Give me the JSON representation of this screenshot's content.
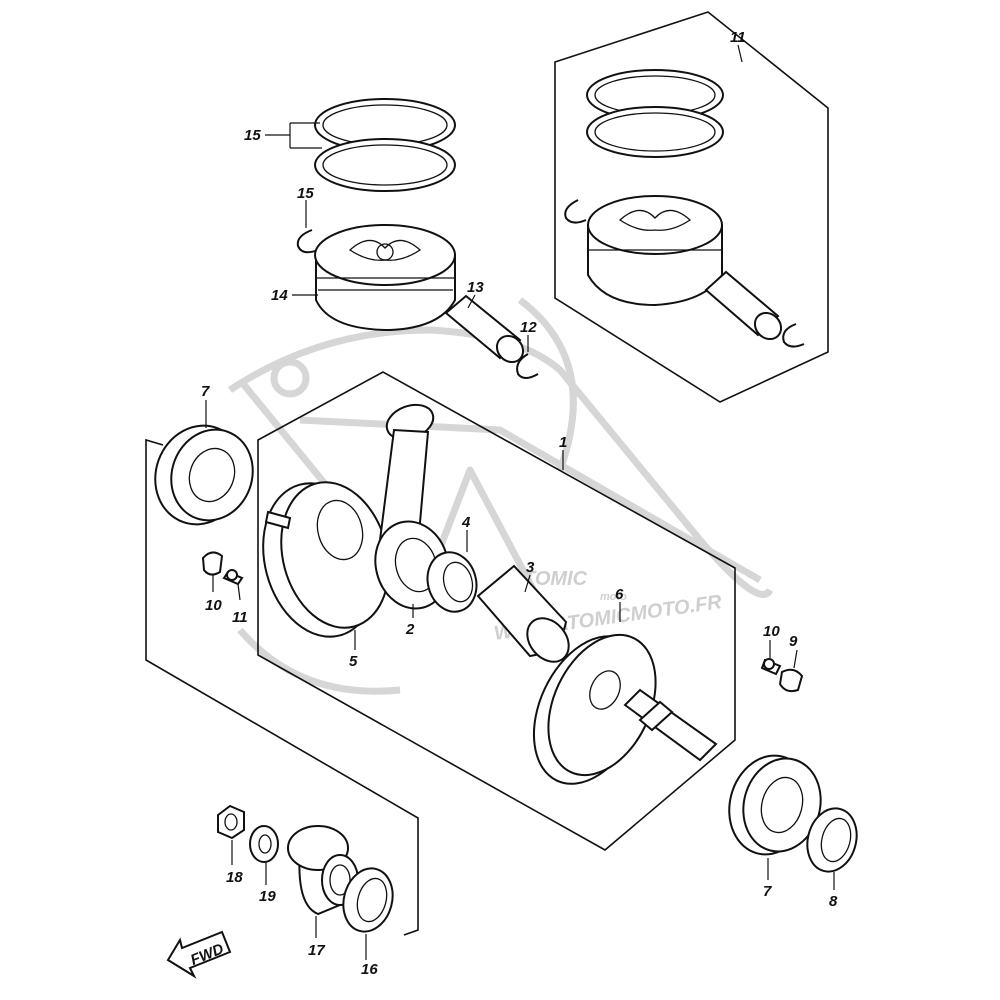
{
  "callouts": [
    {
      "id": "1",
      "label": "1"
    },
    {
      "id": "2",
      "label": "2"
    },
    {
      "id": "3",
      "label": "3"
    },
    {
      "id": "4",
      "label": "4"
    },
    {
      "id": "5",
      "label": "5"
    },
    {
      "id": "6",
      "label": "6"
    },
    {
      "id": "7a",
      "label": "7"
    },
    {
      "id": "7b",
      "label": "7"
    },
    {
      "id": "8",
      "label": "8"
    },
    {
      "id": "9",
      "label": "9"
    },
    {
      "id": "10a",
      "label": "10"
    },
    {
      "id": "10b",
      "label": "10"
    },
    {
      "id": "11a",
      "label": "11"
    },
    {
      "id": "11b",
      "label": "11"
    },
    {
      "id": "12",
      "label": "12"
    },
    {
      "id": "13",
      "label": "13"
    },
    {
      "id": "14",
      "label": "14"
    },
    {
      "id": "15a",
      "label": "15"
    },
    {
      "id": "15b",
      "label": "15"
    },
    {
      "id": "16",
      "label": "16"
    },
    {
      "id": "17",
      "label": "17"
    },
    {
      "id": "18",
      "label": "18"
    },
    {
      "id": "19",
      "label": "19"
    }
  ],
  "fwd_label": "FWD",
  "watermark": {
    "brand": "ATOMIC",
    "brand_sub": "moto",
    "url": "WWW.ATOMICMOTO.FR"
  },
  "colors": {
    "line": "#111111",
    "watermark": "#d6d6d6",
    "background": "#ffffff"
  }
}
